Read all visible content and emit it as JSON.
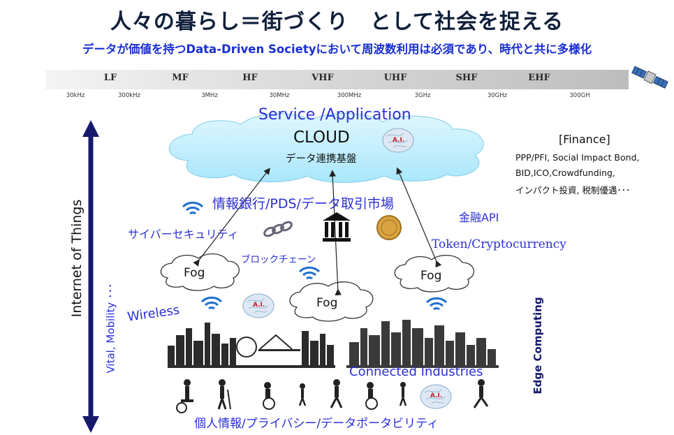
{
  "title": "人々の暮らし＝街づくり　として社会を捉える",
  "subtitle": "データが価値を持つData-Driven Societyにおいて周波数利用は必須であり、時代と共に多様化",
  "spectrum": {
    "bands": [
      "LF",
      "MF",
      "HF",
      "VHF",
      "UHF",
      "SHF",
      "EHF"
    ],
    "freqs": [
      "30kHz",
      "300kHz",
      "3MHz",
      "30MHz",
      "300MHz",
      "3GHz",
      "30GHz",
      "300GH"
    ]
  },
  "labels": {
    "service": "Service /Application",
    "cloud": "CLOUD",
    "cloud_sub": "データ連携基盤",
    "finance_title": "[Finance]",
    "finance_lines": [
      "PPP/PFI, Social Impact Bond,",
      "BID,ICO,Crowdfunding,",
      "インパクト投資, 税制優遇･･･"
    ],
    "info_bank": "情報銀行/PDS/データ取引市場",
    "finance_api": "金融API",
    "cyber": "サイバーセキュリティ",
    "token": "Token/Cryptocurrency",
    "blockchain": "ブロックチェーン",
    "fog": "Fog",
    "wireless": "Wireless",
    "ai": "A.I.",
    "iot": "Internet of Things",
    "vital": "Vital, Mobility ･･･",
    "edge": "Edge Computing",
    "connected": "Connected Industries",
    "privacy": "個人情報/プライバシー/データポータビリティ"
  },
  "colors": {
    "accent_blue": "#2b2fd6",
    "title_dark": "#0f1f3a",
    "arrow_navy": "#16196b",
    "cloud_fill": "#bfeeff"
  }
}
